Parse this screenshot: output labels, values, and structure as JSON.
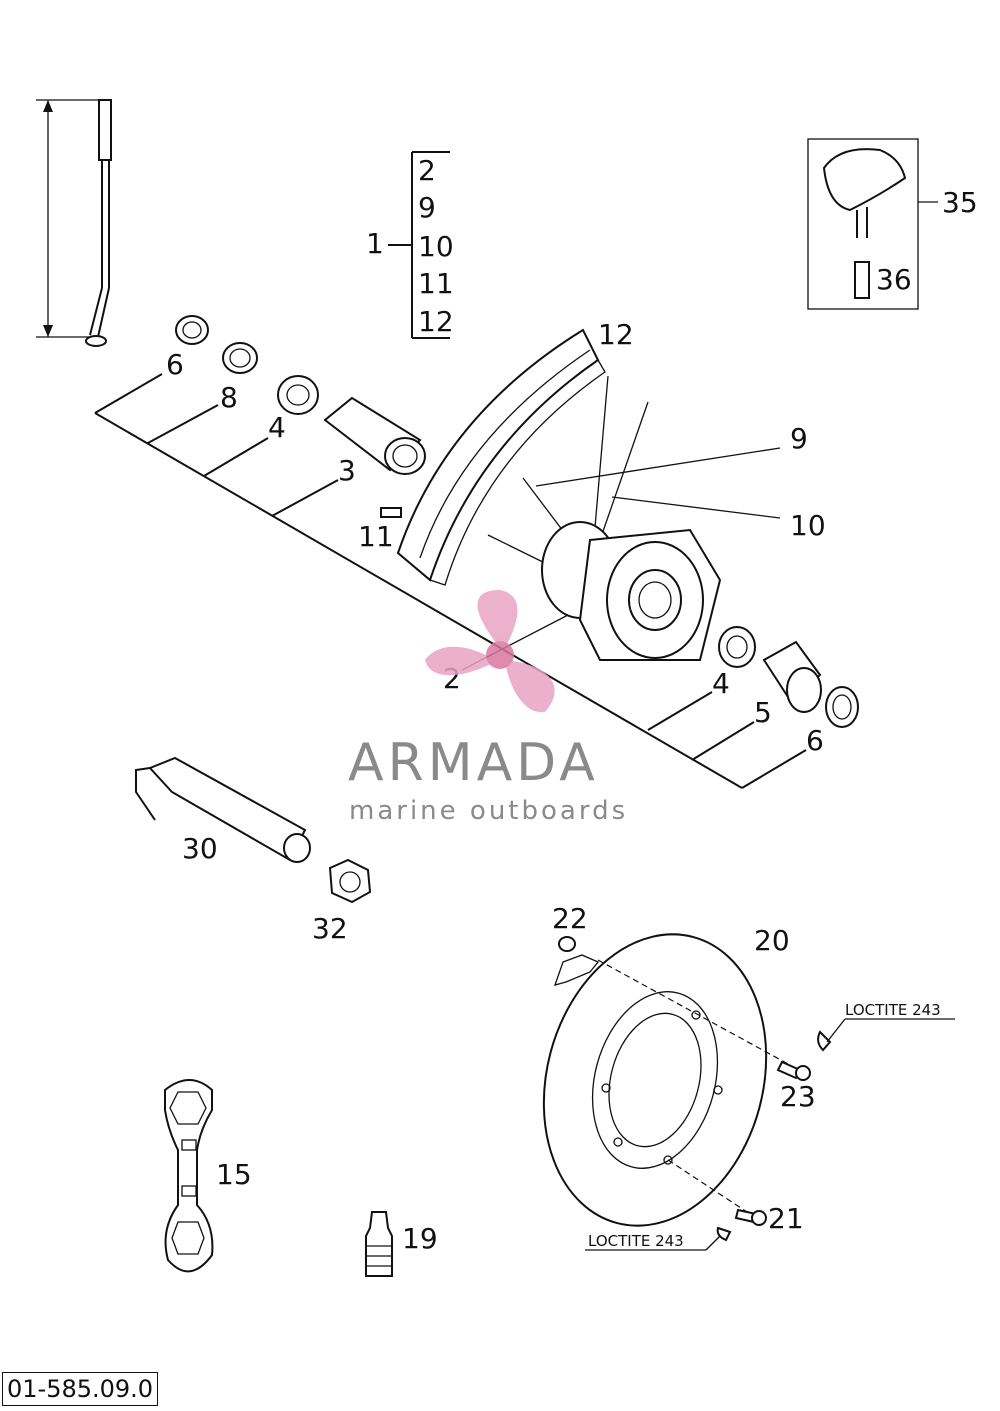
{
  "callouts": {
    "c1": "1",
    "c2": "2",
    "c3": "3",
    "c4a": "4",
    "c4b": "4",
    "c5": "5",
    "c6a": "6",
    "c6b": "6",
    "c8": "8",
    "c9": "9",
    "c10": "10",
    "c11": "11",
    "c12": "12",
    "c15": "15",
    "c19": "19",
    "c20": "20",
    "c21": "21",
    "c22": "22",
    "c23": "23",
    "c30": "30",
    "c32": "32",
    "c35": "35",
    "c36": "36"
  },
  "bracket_list": [
    "2",
    "9",
    "10",
    "11",
    "12"
  ],
  "notes": {
    "loctite_top": "LOCTITE 243",
    "loctite_bottom": "LOCTITE 243"
  },
  "watermark": {
    "name": "ARMADA",
    "tagline": "marine outboards",
    "color": "#e8a3c4"
  },
  "doc_code": "01-585.09.0"
}
